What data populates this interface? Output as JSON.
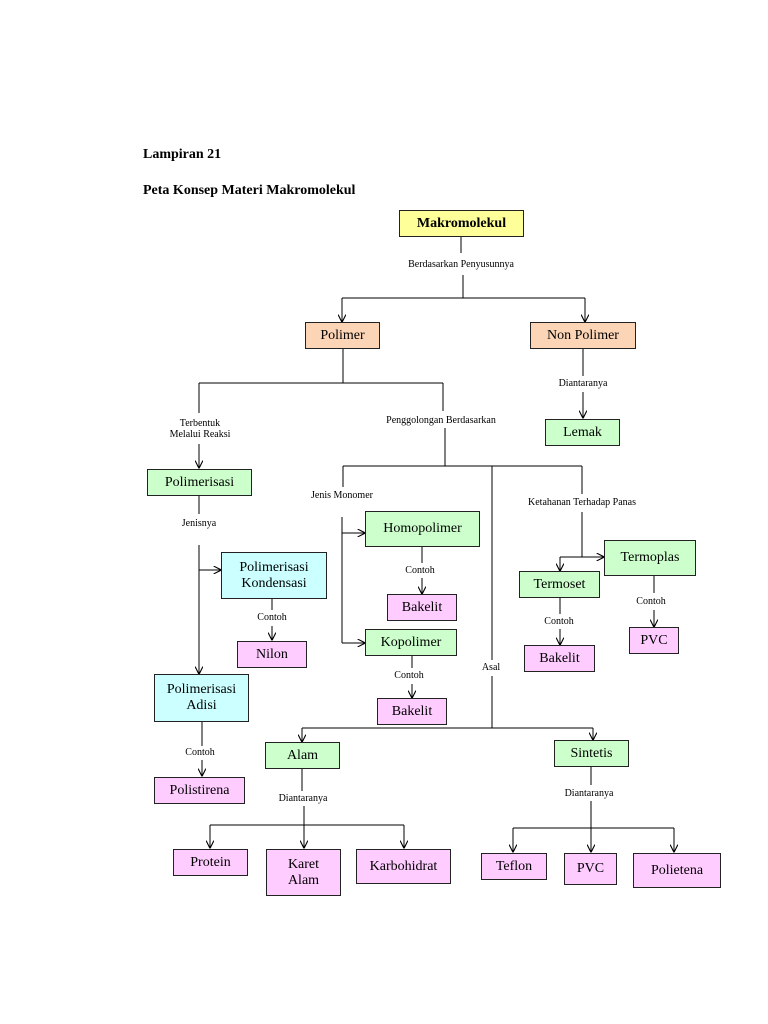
{
  "heading": {
    "appendix": "Lampiran 21",
    "title": "Peta Konsep Materi Makromolekul"
  },
  "nodes": {
    "makromolekul": "Makromolekul",
    "polimer": "Polimer",
    "non_polimer": "Non Polimer",
    "lemak": "Lemak",
    "polimerisasi": "Polimerisasi",
    "polimerisasi_kondensasi": "Polimerisasi\nKondensasi",
    "nilon": "Nilon",
    "polimerisasi_adisi": "Polimerisasi\nAdisi",
    "polistirena": "Polistirena",
    "homopolimer": "Homopolimer",
    "bakelit_homo": "Bakelit",
    "kopolimer": "Kopolimer",
    "bakelit_ko": "Bakelit",
    "termoplas": "Termoplas",
    "termoset": "Termoset",
    "bakelit_termoset": "Bakelit",
    "pvc_termoplas": "PVC",
    "alam": "Alam",
    "sintetis": "Sintetis",
    "protein": "Protein",
    "karet_alam": "Karet\nAlam",
    "karbohidrat": "Karbohidrat",
    "teflon": "Teflon",
    "pvc_sintetis": "PVC",
    "polietena": "Polietena"
  },
  "labels": {
    "berdasarkan_penyusunnya": "Berdasarkan Penyusunnya",
    "diantaranya_non_polimer": "Diantaranya",
    "terbentuk_melalui_reaksi": "Terbentuk\nMelalui Reaksi",
    "penggolongan_berdasarkan": "Penggolongan Berdasarkan",
    "jenisnya": "Jenisnya",
    "jenis_monomer": "Jenis Monomer",
    "ketahanan_terhadap_panas": "Ketahanan Terhadap Panas",
    "contoh_homopolimer": "Contoh",
    "contoh_kondensasi": "Contoh",
    "contoh_kopolimer": "Contoh",
    "contoh_termoset": "Contoh",
    "contoh_termoplas": "Contoh",
    "contoh_adisi": "Contoh",
    "asal": "Asal",
    "diantaranya_alam": "Diantaranya",
    "diantaranya_sintetis": "Diantaranya"
  },
  "colors": {
    "root": "#ffff99",
    "class": "#fbd5b5",
    "category": "#ccffcc",
    "reaction_type": "#ccffff",
    "example": "#ffccff"
  }
}
